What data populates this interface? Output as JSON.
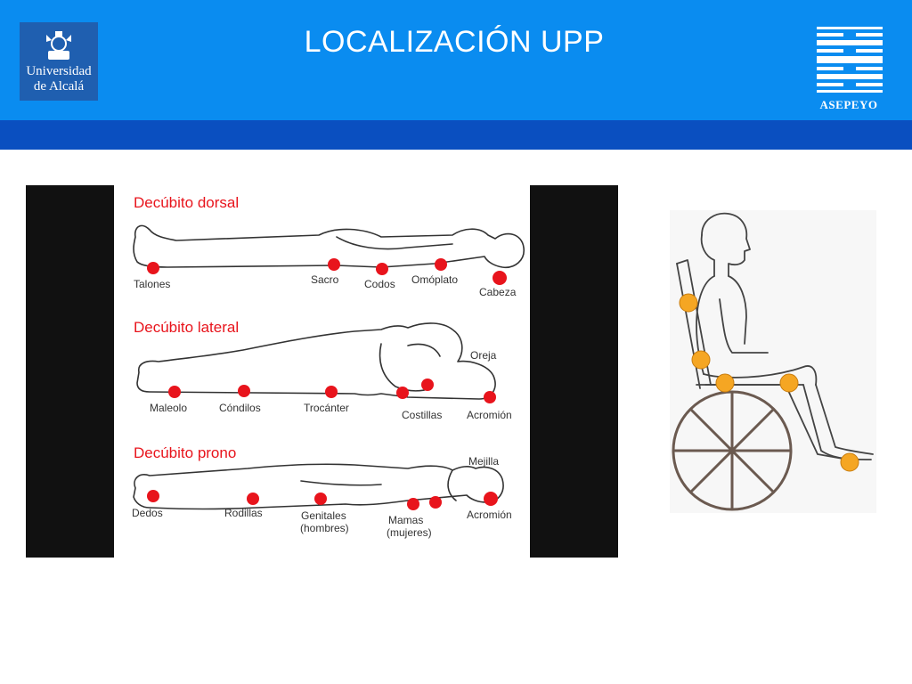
{
  "slide": {
    "title": "LOCALIZACIÓN UPP"
  },
  "logos": {
    "university": {
      "line1": "Universidad",
      "line2": "de Alcalá"
    },
    "asepeyo": "ASEPEYO"
  },
  "figure": {
    "dorsal": {
      "heading": "Decúbito dorsal",
      "points": [
        "Talones",
        "Sacro",
        "Codos",
        "Omóplato",
        "Cabeza"
      ]
    },
    "lateral": {
      "heading": "Decúbito lateral",
      "points": [
        "Maleolo",
        "Cóndilos",
        "Trocánter",
        "Costillas",
        "Acromión",
        "Oreja"
      ]
    },
    "prono": {
      "heading": "Decúbito prono",
      "points": [
        "Dedos",
        "Rodillas",
        "Genitales",
        "(hombres)",
        "Mamas",
        "(mujeres)",
        "Acromión",
        "Mejilla"
      ]
    }
  },
  "colors": {
    "header": "#0a8cf0",
    "band": "#0a4fc0",
    "pressure_point_red": "#e8141c",
    "pressure_point_orange": "#f5a623",
    "heading_red": "#e8141c"
  }
}
